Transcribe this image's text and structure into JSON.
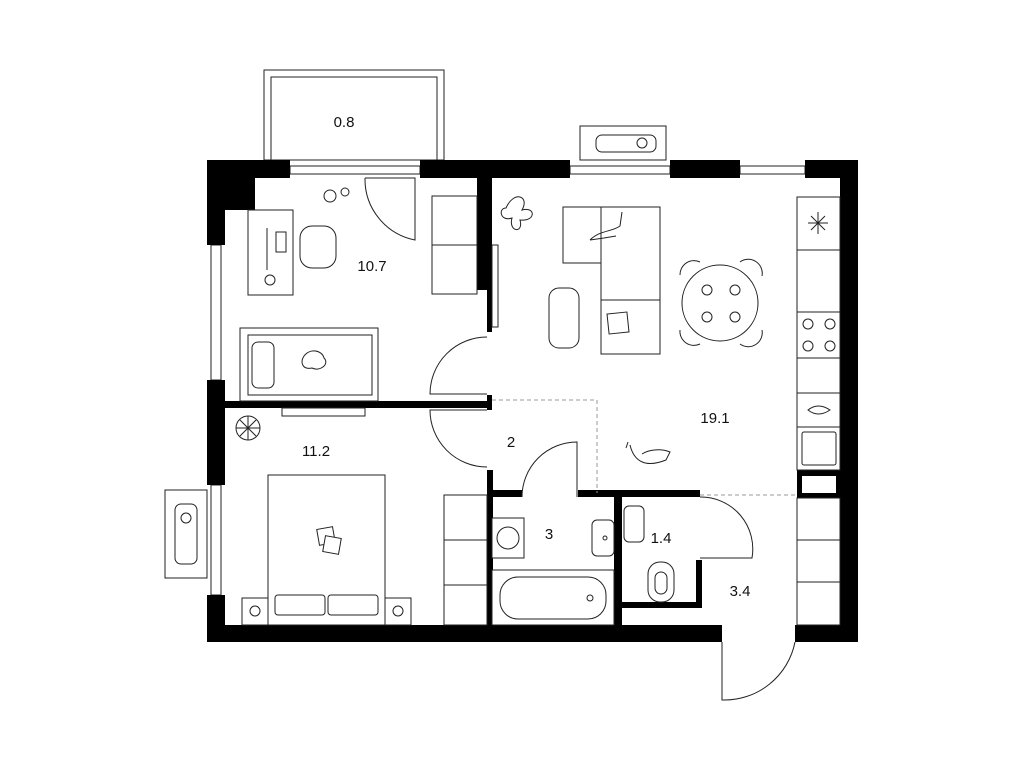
{
  "plan": {
    "rooms": [
      {
        "id": "balcony",
        "area": "0.8"
      },
      {
        "id": "kids-room",
        "area": "10.7"
      },
      {
        "id": "living-kitchen",
        "area": "19.1"
      },
      {
        "id": "bedroom",
        "area": "11.2"
      },
      {
        "id": "corridor",
        "area": "2"
      },
      {
        "id": "bathroom",
        "area": "3"
      },
      {
        "id": "toilet",
        "area": "1.4"
      },
      {
        "id": "hallway",
        "area": "3.4"
      }
    ],
    "colors": {
      "wall": "#000000",
      "line": "#222222",
      "background": "#ffffff"
    }
  }
}
